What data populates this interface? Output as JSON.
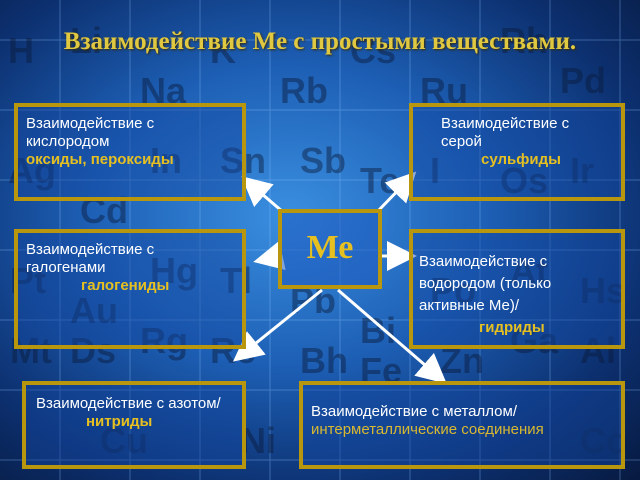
{
  "title": "Взаимодействие Ме с простыми веществами.",
  "center": "Ме",
  "boxes": {
    "oxygen": {
      "text": "Взаимодействие с кислородом",
      "product": "оксиды, пероксиды"
    },
    "sulfur": {
      "text": "Взаимодействие с серой",
      "product": "сульфиды"
    },
    "halogens": {
      "text": "Взаимодействие с галогенами",
      "product": "галогениды"
    },
    "hydrogen": {
      "text": "Взаимодействие с водородом (только активные Ме)/",
      "product": "гидриды"
    },
    "nitrogen": {
      "text": "Взаимодействие с азотом/",
      "product": "нитриды"
    },
    "metal": {
      "text": "Взаимодействие с металлом/",
      "product": "интерметаллические соединения"
    }
  },
  "background_elements": [
    "H",
    "Li",
    "Na",
    "K",
    "Rb",
    "Cs",
    "Ru",
    "Rh",
    "Pd",
    "Ag",
    "Cd",
    "In",
    "Sn",
    "Sb",
    "Te",
    "I",
    "Os",
    "Ir",
    "Pt",
    "Au",
    "Hg",
    "Tl",
    "Pb",
    "Bi",
    "Po",
    "At",
    "Hs",
    "Mt",
    "Ds",
    "Rg",
    "Re",
    "Bh",
    "Fe",
    "Zn",
    "Ga",
    "Al",
    "Cu",
    "Ni",
    "Co"
  ],
  "colors": {
    "frame": "#b8960e",
    "title": "#e0c840",
    "highlight": "#e6c020",
    "background": "#1d5fb5"
  }
}
